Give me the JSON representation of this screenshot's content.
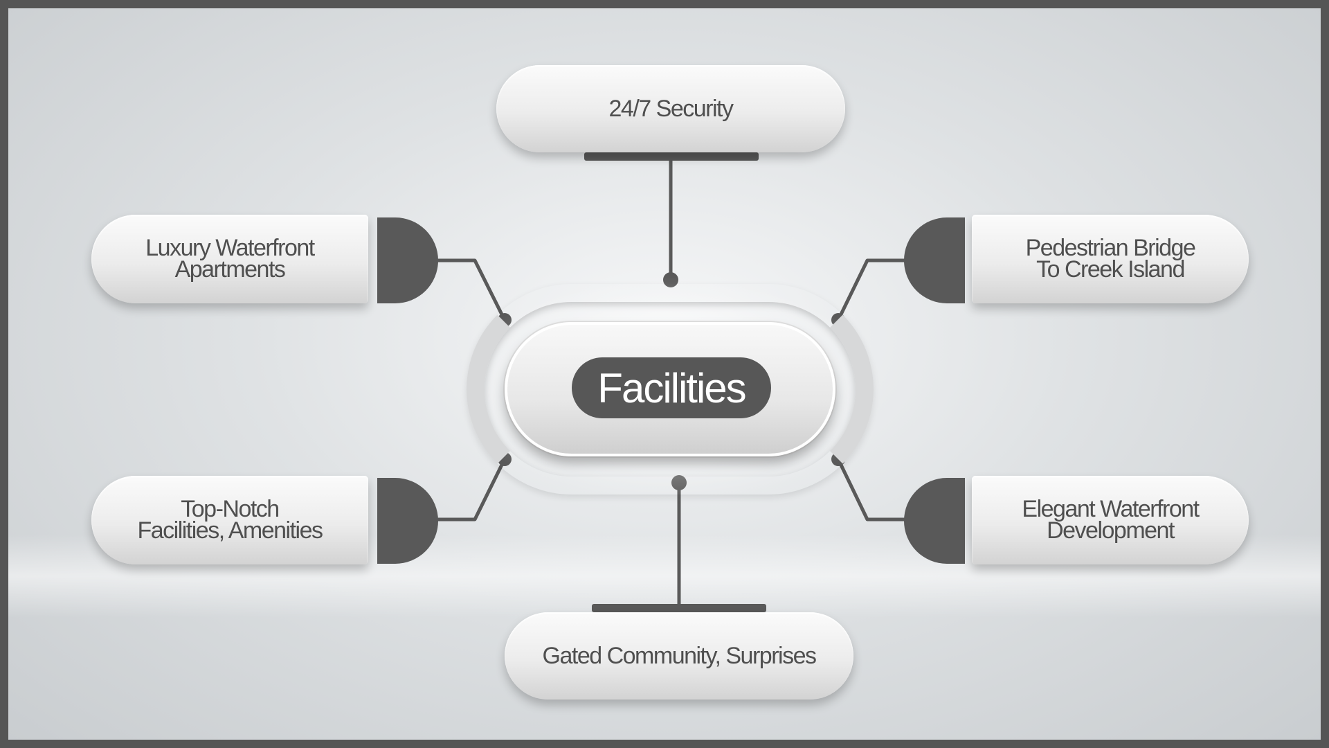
{
  "center": {
    "label": "Facilities"
  },
  "nodes": {
    "top": {
      "label": "24/7 Security"
    },
    "bottom": {
      "label": "Gated Community, Surprises"
    },
    "top_left": {
      "line1": "Luxury Waterfront",
      "line2": "Apartments"
    },
    "bottom_left": {
      "line1": "Top-Notch",
      "line2": "Facilities, Amenities"
    },
    "top_right": {
      "line1": "Pedestrian Bridge",
      "line2": "To Creek Island"
    },
    "bottom_right": {
      "line1": "Elegant Waterfront",
      "line2": "Development"
    }
  },
  "colors": {
    "accent": "#595959",
    "text": "#4f4f4f",
    "background": "#e2e4e6"
  }
}
